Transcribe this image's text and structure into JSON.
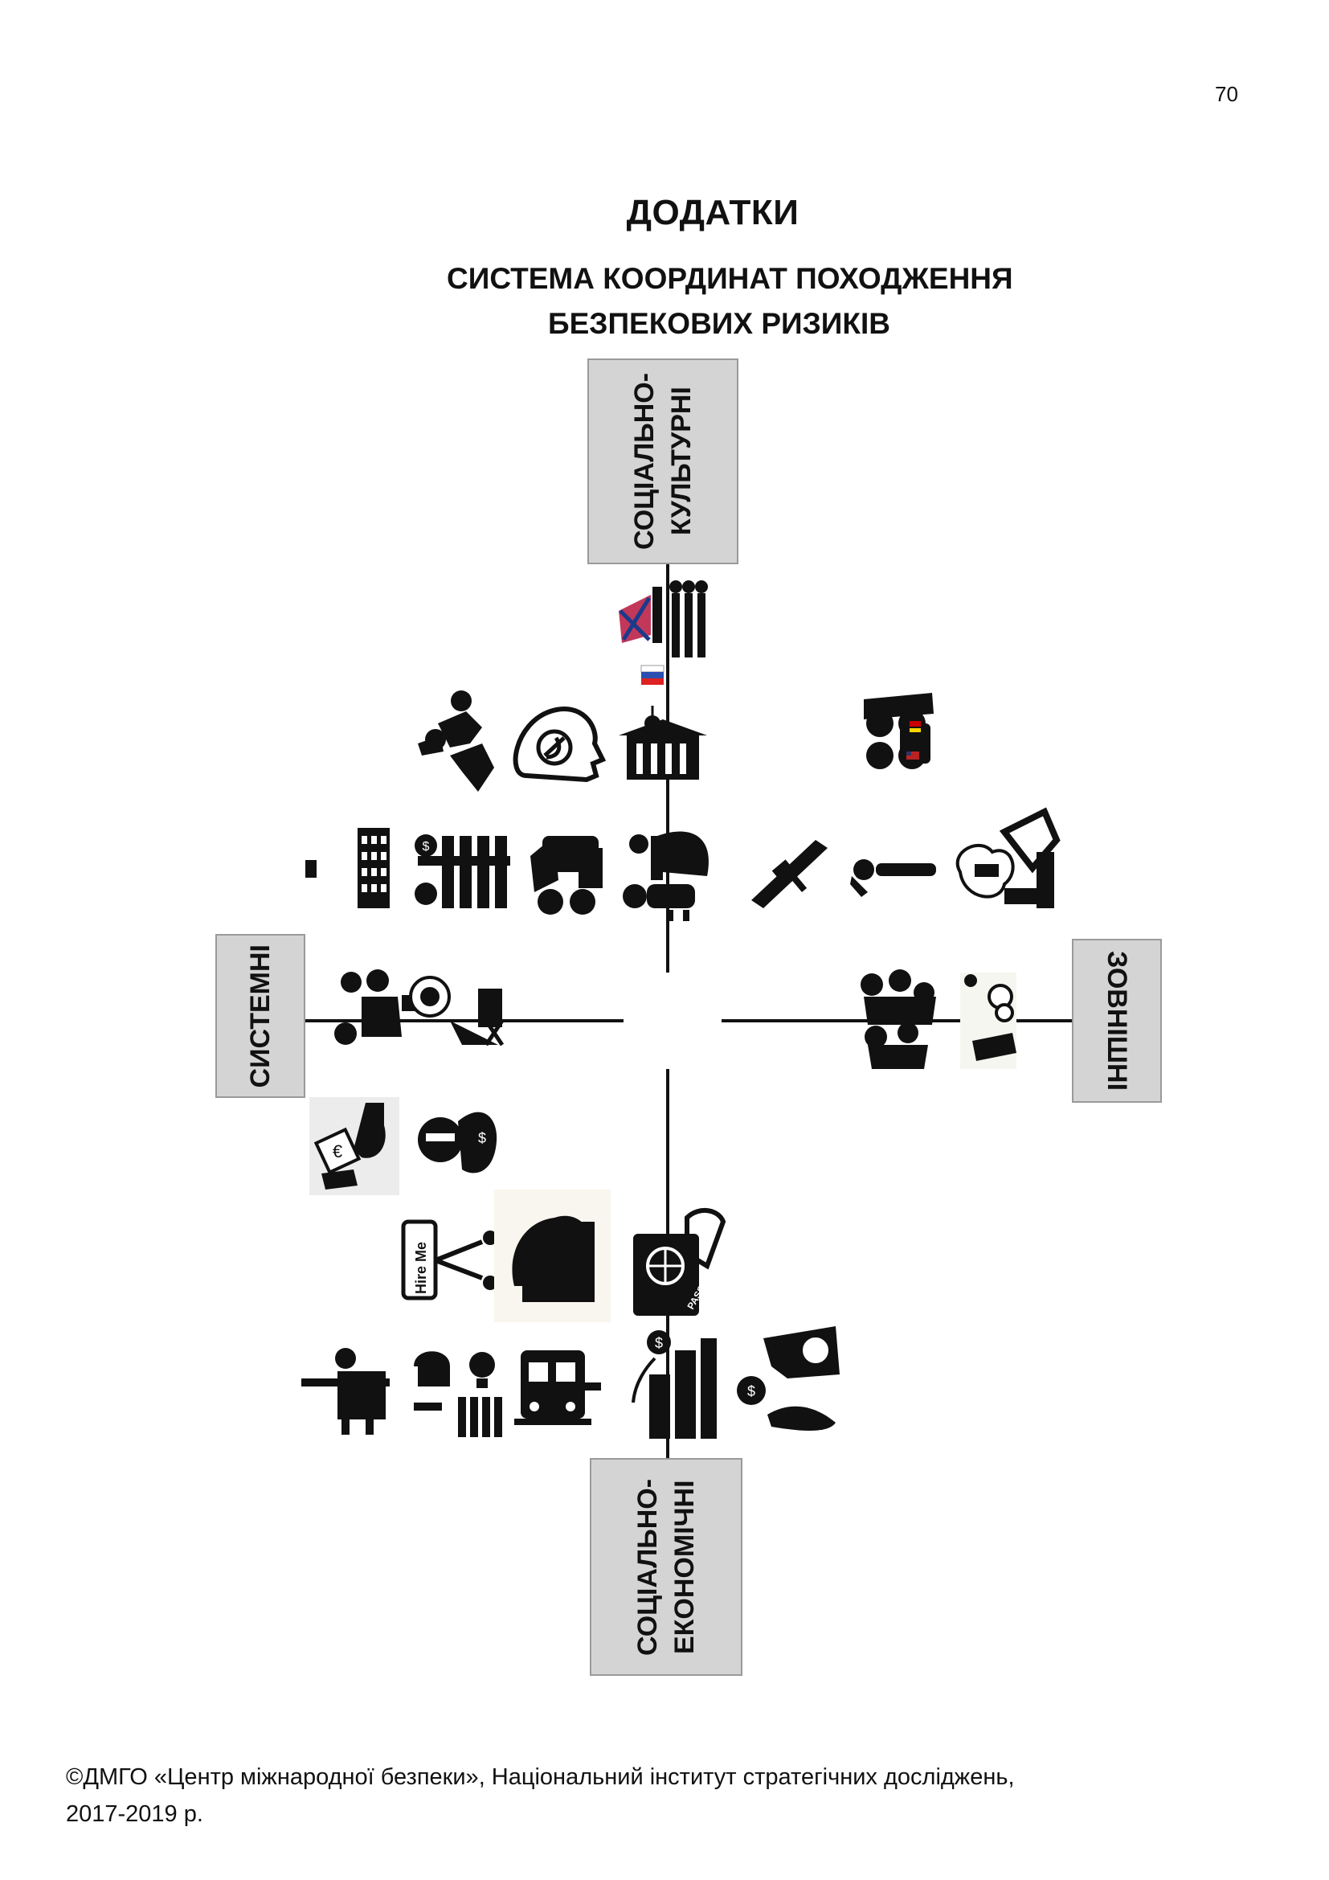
{
  "page_number": "70",
  "title": "ДОДАТКИ",
  "subtitle_line1": "СИСТЕМА КООРДИНАТ ПОХОДЖЕННЯ",
  "subtitle_line2": "БЕЗПЕКОВИХ РИЗИКІВ",
  "axes": {
    "top": "СОЦІАЛЬНО-КУЛЬТУРНІ",
    "bottom": "СОЦІАЛЬНО-ЕКОНОМІЧНІ",
    "left": "СИСТЕМНІ",
    "right": "ЗОВНІШНІ"
  },
  "icons": {
    "hire_sign_text": "Hire Me",
    "passport_text": "PASSPORT",
    "currency_dollar": "$",
    "currency_euro": "€"
  },
  "footer_line1": "©ДМГО «Центр міжнародної безпеки», Національний інститут стратегічних досліджень,",
  "footer_line2": "2017-2019 р."
}
